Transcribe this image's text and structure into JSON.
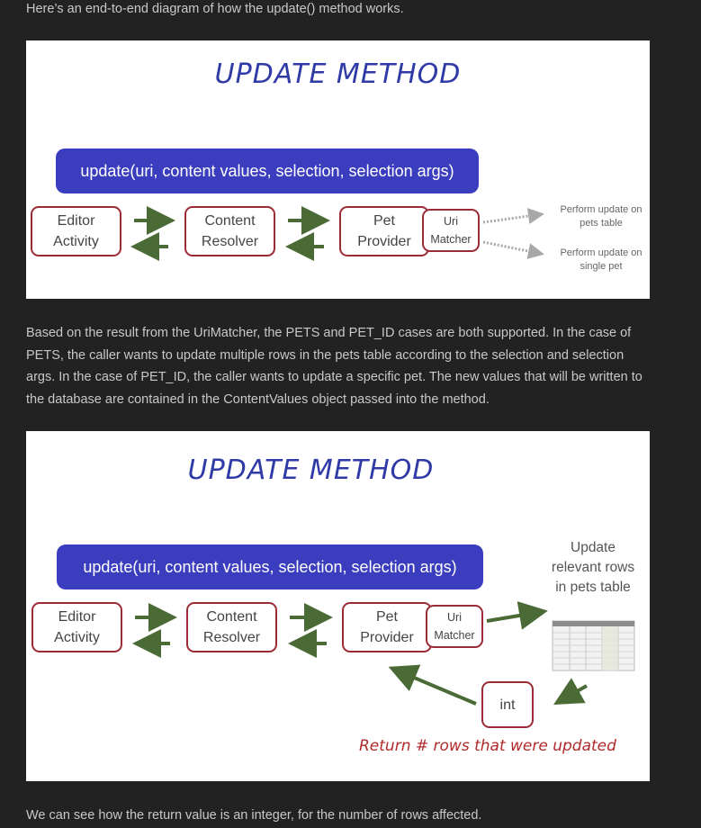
{
  "text": {
    "intro": "Here’s an end-to-end diagram of how the update() method works.",
    "middle": "Based on the result from the UriMatcher, the PETS and PET_ID cases are both supported. In the case of PETS, the caller wants to update multiple rows in the pets table according to the selection and selection args. In the case of PET_ID, the caller wants to update a specific pet. The new values that will be written to the database are contained in the ContentValues object passed into the method.",
    "outro": "We can see how the return value is an integer, for the number of rows affected."
  },
  "diagram1": {
    "title": "UPDATE METHOD",
    "call": "update(uri, content values, selection, selection args)",
    "nodes": {
      "editor": "Editor\nActivity",
      "resolver": "Content\nResolver",
      "provider": "Pet\nProvider",
      "matcher": "Uri\nMatcher"
    },
    "notes": {
      "pets_table": "Perform update on\npets table",
      "single_pet": "Perform update on\nsingle pet"
    }
  },
  "diagram2": {
    "title": "UPDATE METHOD",
    "call": "update(uri, content values, selection, selection args)",
    "nodes": {
      "editor": "Editor\nActivity",
      "resolver": "Content\nResolver",
      "provider": "Pet\nProvider",
      "matcher": "Uri\nMatcher",
      "int": "int"
    },
    "notes": {
      "update_rows": "Update\nrelevant rows\nin pets table",
      "return": "Return # rows that were updated"
    }
  },
  "colors": {
    "arrow_green": "#4a6b35",
    "node_border": "#9b2b35",
    "call_bar": "#3b3dbf",
    "title_blue": "#2f3aa6",
    "return_red": "#b12a2a"
  }
}
